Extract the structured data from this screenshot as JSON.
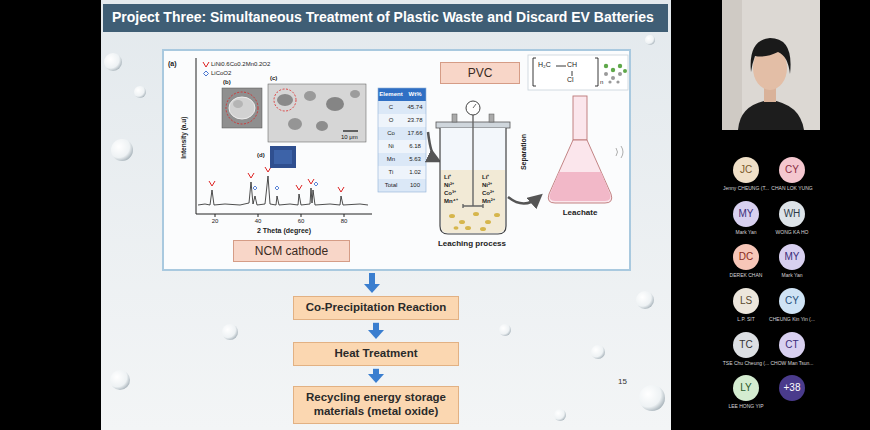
{
  "diagram": {
    "title": "Project Three: Simultaneous Treatment of Plastic Waste and Discard EV Batteries",
    "nodes": [
      {
        "text": [
          "PVC"
        ]
      },
      {
        "text": [
          "NCM cathode"
        ]
      },
      {
        "text": [
          "Co-Precipitation Reaction"
        ]
      },
      {
        "text": [
          "Heat Treatment"
        ]
      },
      {
        "text": [
          "Recycling energy storage materials (metal oxide)"
        ]
      },
      {
        "text": [
          "JC",
          "Jenny CHEUNG (T..."
        ]
      },
      {
        "text": [
          "CY",
          "CHAN LOK YUNG"
        ]
      },
      {
        "text": [
          "MY",
          "Mark Yan"
        ]
      },
      {
        "text": [
          "WH",
          "WONG KA HO"
        ]
      },
      {
        "text": [
          "DC",
          "DEREK CHAN"
        ]
      },
      {
        "text": [
          "MY",
          "Mark Yan"
        ]
      },
      {
        "text": [
          "LS",
          "L.P. SIT"
        ]
      },
      {
        "text": [
          "CY",
          "CHEUNG Kin Yin (..."
        ]
      },
      {
        "text": [
          "TC",
          "TSE Chu Cheung (..."
        ]
      },
      {
        "text": [
          "CT",
          "CHOW Man Tsun..."
        ]
      },
      {
        "text": [
          "LY",
          "LEE HONG YIP"
        ]
      },
      {
        "text": [
          "+38"
        ]
      }
    ],
    "edges": [
      {
        "from": 2,
        "to": 3,
        "arrow": "to"
      },
      {
        "from": 3,
        "to": 4,
        "arrow": "to"
      }
    ],
    "labels": [
      "(a)",
      "(b)",
      "(c)",
      "(d)",
      "10 μm",
      "Intensity (a.u)",
      "20",
      "40",
      "60",
      "80",
      "2 Theta (degree)",
      "Element",
      "Wt%",
      "C",
      "45.74",
      "O",
      "23.78",
      "Co",
      "17.66",
      "Ni",
      "6.18",
      "Mn",
      "5.63",
      "Ti",
      "1.02",
      "Total",
      "100",
      "H₂C",
      "CH",
      "Cl",
      "n",
      "Li⁺",
      "Ni²⁺",
      "Co³⁺",
      "Mn⁴⁺",
      "Li⁺",
      "Ni²⁺",
      "Co²⁺",
      "Mn²⁺",
      "Leaching process",
      "Separation",
      "Leachate",
      "15"
    ],
    "legend": [
      {
        "text": "LiNi0.6Co0.2Mn0.2O2"
      },
      {
        "text": "LiCoO2"
      }
    ]
  }
}
